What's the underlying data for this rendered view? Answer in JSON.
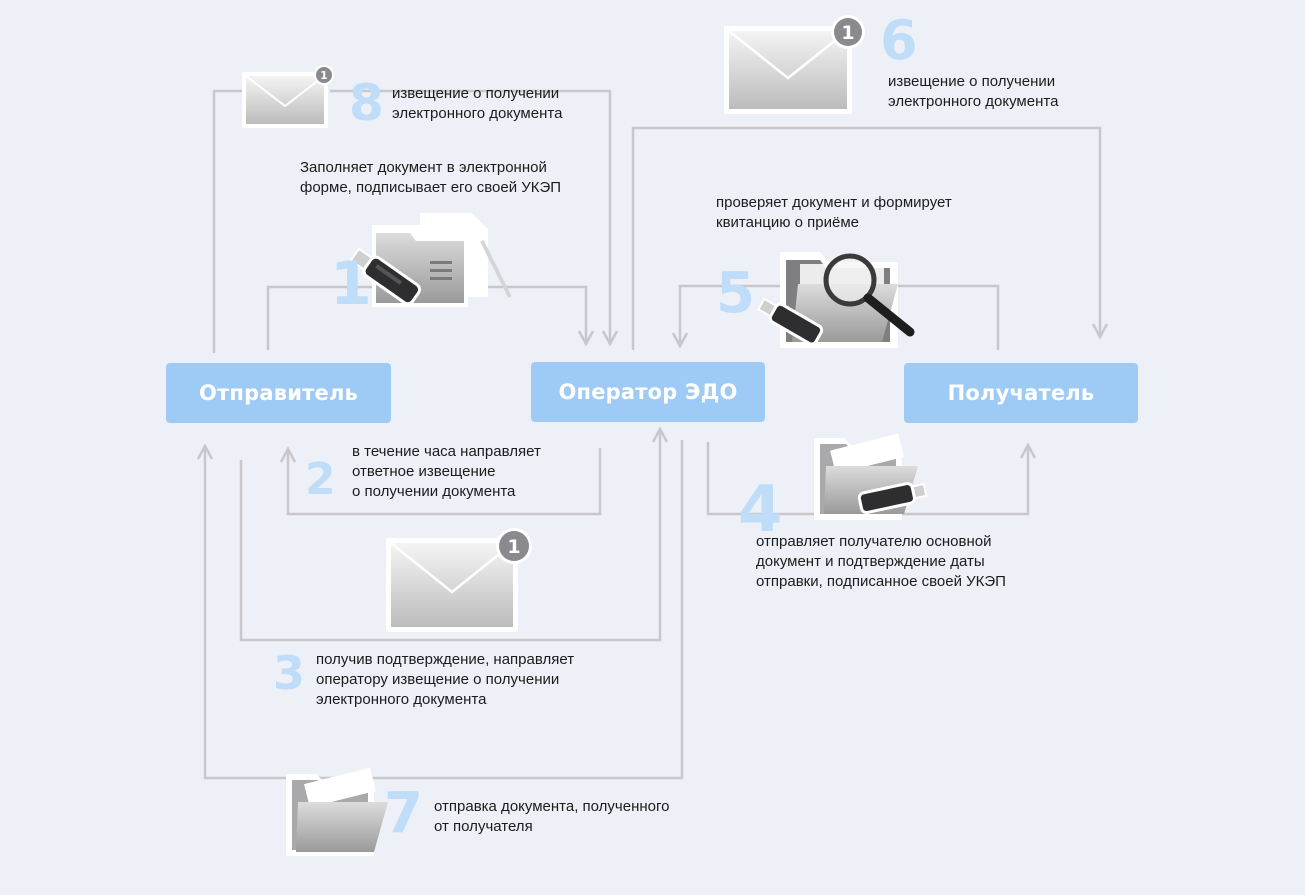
{
  "nodes": {
    "sender": "Отправитель",
    "operator": "Оператор ЭДО",
    "receiver": "Получатель"
  },
  "steps": [
    {
      "number": "1",
      "lines": [
        "Заполняет документ в электронной",
        "форме, подписывает его своей УКЭП"
      ]
    },
    {
      "number": "2",
      "lines": [
        "в течение часа направляет",
        "ответное извещение",
        "о получении документа"
      ]
    },
    {
      "number": "3",
      "lines": [
        "получив подтверждение, направляет",
        "оператору извещение о получении",
        "электронного документа"
      ]
    },
    {
      "number": "4",
      "lines": [
        "отправляет получателю основной",
        "документ и подтверждение даты",
        "отправки, подписанное своей УКЭП"
      ]
    },
    {
      "number": "5",
      "lines": [
        "проверяет документ и формирует",
        "квитанцию о приёме"
      ]
    },
    {
      "number": "6",
      "lines": [
        "извещение о получении",
        "электронного документа"
      ]
    },
    {
      "number": "7",
      "lines": [
        "отправка документа, полученного",
        "от получателя"
      ]
    },
    {
      "number": "8",
      "lines": [
        "извещение о получении",
        "электронного документа"
      ]
    }
  ],
  "envelope_badge": "1",
  "colors": {
    "background": "#edf0f7",
    "node_fill": "#9ecbf6",
    "step_number": "#bfdcf8",
    "connector": "#c8c8cc",
    "badge": "#8a8a8e"
  },
  "icons": [
    "usb-token-icon",
    "folder-icon",
    "envelope-icon",
    "magnifier-icon"
  ]
}
